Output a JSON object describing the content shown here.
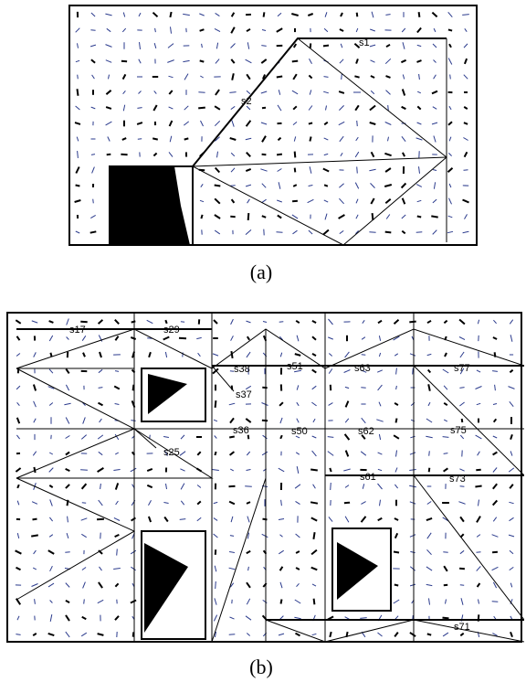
{
  "panel_a": {
    "caption": "(a)",
    "labels": [
      "s1",
      "s2"
    ]
  },
  "panel_b": {
    "caption": "(b)",
    "labels": [
      "s17",
      "s29",
      "s38",
      "s37",
      "s51",
      "s63",
      "s77",
      "s36",
      "s50",
      "s62",
      "s75",
      "s25",
      "s61",
      "s73",
      "s71"
    ]
  },
  "colors": {
    "line": "#000000",
    "field_light": "#2a3a8c",
    "field_dark": "#000000"
  }
}
